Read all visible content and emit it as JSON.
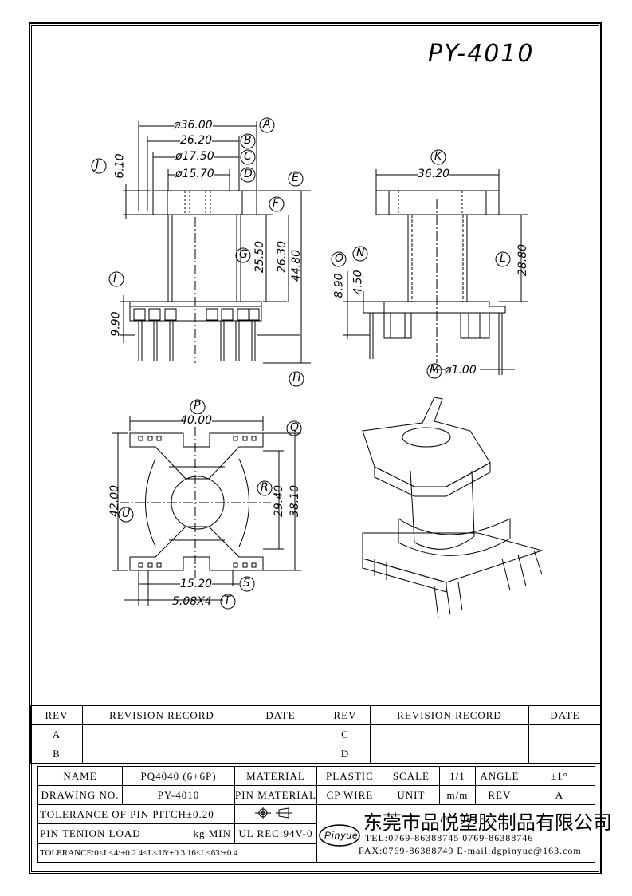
{
  "title": "PY-4010",
  "labels": {
    "A": "A",
    "B": "B",
    "C": "C",
    "D": "D",
    "E": "E",
    "F": "F",
    "G": "G",
    "H": "H",
    "I": "I",
    "J": "J",
    "K": "K",
    "L": "L",
    "M": "M",
    "N": "N",
    "O": "O",
    "P": "P",
    "Q": "Q",
    "R": "R",
    "S": "S",
    "T": "T",
    "U": "U"
  },
  "dims": {
    "d36": "ø36.00",
    "d26_2": "26.20",
    "d17_5": "ø17.50",
    "d15_7": "ø15.70",
    "d6_1": "6.10",
    "d25_5": "25.50",
    "d26_3": "26.30",
    "d44_8": "44.80",
    "d9_9": "9.90",
    "d36_2": "36.20",
    "d28_8": "28.80",
    "d8_9": "8.90",
    "d4_5": "4.50",
    "d1": "ø1.00",
    "d40": "40.00",
    "d42": "42.00",
    "d29_4": "29.40",
    "d38_1": "38.10",
    "d15_2": "15.20",
    "d5_08": "5.08X4"
  },
  "rev_table": {
    "h_rev": "REV",
    "h_record": "REVISION RECORD",
    "h_date": "DATE",
    "h_rev2": "REV",
    "h_record2": "REVISION RECORD",
    "h_date2": "DATE",
    "r1": "A",
    "r1b": "C",
    "r2": "B",
    "r2b": "D"
  },
  "info": {
    "name_l": "NAME",
    "name_v": "PQ4040 (6+6P)",
    "mat_l": "MATERIAL",
    "mat_v": "PLASTIC",
    "scale_l": "SCALE",
    "scale_v": "1/1",
    "angle_l": "ANGLE",
    "angle_v": "±1°",
    "dwg_l": "DRAWING NO.",
    "dwg_v": "PY-4010",
    "pinmat_l": "PIN MATERIAL",
    "pinmat_v": "CP WIRE",
    "unit_l": "UNIT",
    "unit_v": "m/m",
    "rev_l": "REV",
    "rev_v": "A",
    "tol_pitch": "TOLERANCE OF PIN PITCH±0.20",
    "pin_tension_l": "PIN TENION LOAD",
    "pin_tension_v": "kg MIN",
    "ul": "UL REC:94V-0",
    "tol": "TOLERANCE:0<L≤4:±0.2  4<L≤16:±0.3  16<L≤63:±0.4",
    "company": "东莞市品悦塑胶制品有限公司",
    "logo": "Pinyue",
    "tel": "TEL:0769-86388745   0769-86388746",
    "fax": "FAX:0769-86388749  E-mail:dgpinyue@163.com"
  }
}
